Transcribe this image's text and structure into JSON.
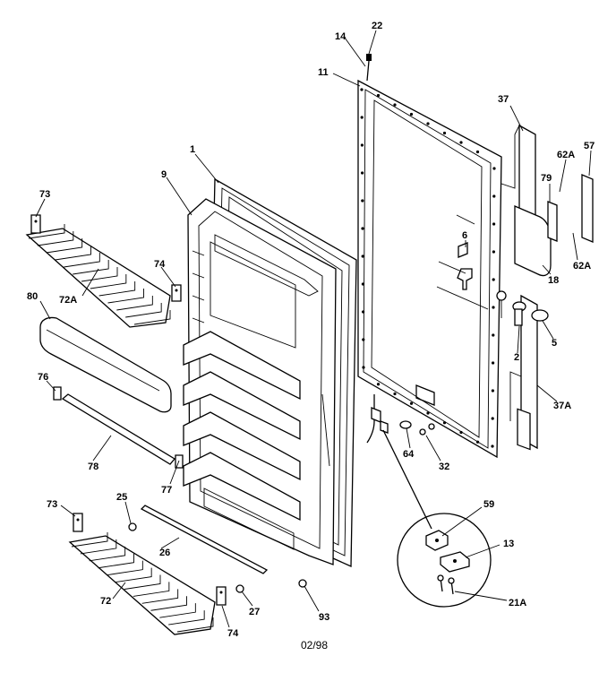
{
  "labels": {
    "p22": "22",
    "p14": "14",
    "p11": "11",
    "p37": "37",
    "p62a_top": "62A",
    "p57": "57",
    "p79": "79",
    "p62a_bot": "62A",
    "p18": "18",
    "p6": "6",
    "p5": "5",
    "p2": "2",
    "p37a": "37A",
    "p1": "1",
    "p9": "9",
    "p73_top": "73",
    "p74_top": "74",
    "p72a": "72A",
    "p80": "80",
    "p76": "76",
    "p78": "78",
    "p77": "77",
    "p25": "25",
    "p26": "26",
    "p73_bot": "73",
    "p72": "72",
    "p74_bot": "74",
    "p27": "27",
    "p93": "93",
    "p64": "64",
    "p32": "32",
    "p59": "59",
    "p13": "13",
    "p21a": "21A"
  },
  "footer": {
    "date": "02/98"
  },
  "colors": {
    "ink": "#000000",
    "paper": "#ffffff"
  }
}
